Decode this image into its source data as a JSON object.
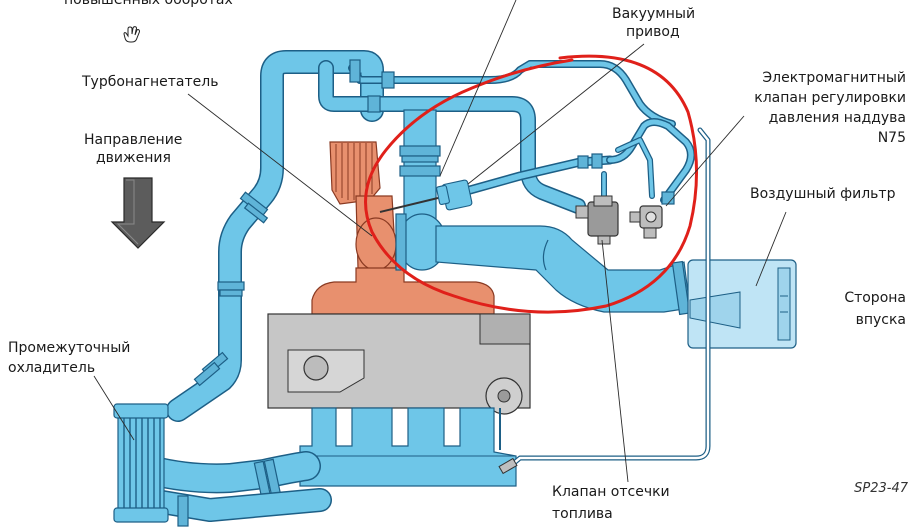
{
  "labels": {
    "top_cut": "повышенных оборотах",
    "turbo": "Турбонагнетатель",
    "direction_l1": "Направление",
    "direction_l2": "движения",
    "vacuum_l1": "Вакуумный",
    "vacuum_l2": "привод",
    "valve_l1": "Электромагнитный",
    "valve_l2": "клапан регулировки",
    "valve_l3": "давления наддува",
    "valve_l4": "N75",
    "air_filter": "Воздушный фильтр",
    "intake_l1": "Сторона",
    "intake_l2": "впуска",
    "intercooler_l1": "Промежуточный",
    "intercooler_l2": "охладитель",
    "fuel_valve_l1": "Клапан отсечки",
    "fuel_valve_l2": "топлива",
    "figure_id": "SP23-47"
  },
  "icons": {
    "hand": "hand-cursor-icon",
    "arrow": "direction-arrow-icon"
  },
  "colors": {
    "pipe": "#6ec6e8",
    "pipe_outline": "#1d5f86",
    "hot_parts": "#e8906e",
    "highlight_circle": "#e0201a",
    "engine_block": "#c6c6c6"
  }
}
